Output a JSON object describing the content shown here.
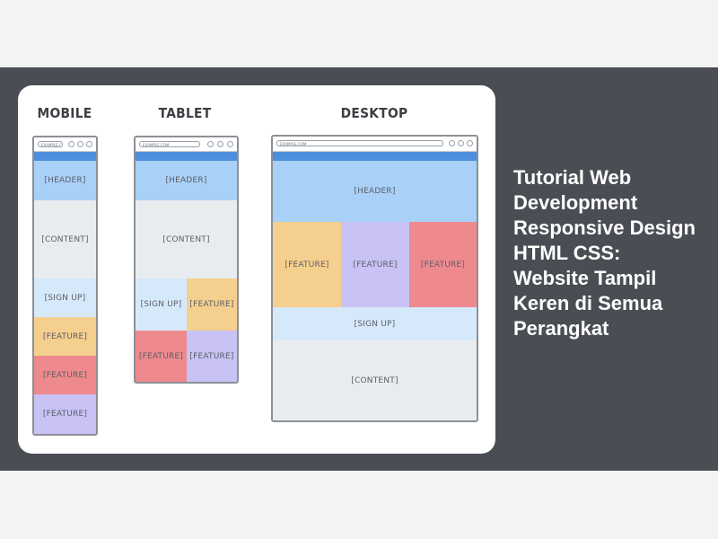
{
  "colors": {
    "band": "#4a4e54",
    "header": "#a9d0f7",
    "content": "#e9ecef",
    "signup": "#d6e9fb",
    "feature_yellow": "#f5cf8e",
    "feature_red": "#ee8a8d",
    "feature_purple": "#c9c2f5",
    "top_strip": "#4d8fdc"
  },
  "illustration": {
    "mobile": {
      "label": "MOBILE",
      "url": "EXAMPLE.COM",
      "blocks": [
        "[HEADER]",
        "[CONTENT]",
        "[SIGN UP]",
        "[FEATURE]",
        "[FEATURE]",
        "[FEATURE]"
      ]
    },
    "tablet": {
      "label": "TABLET",
      "url": "EXAMPLE.COM",
      "blocks": [
        "[HEADER]",
        "[CONTENT]",
        "[SIGN UP]",
        "[FEATURE]",
        "[FEATURE]",
        "[FEATURE]"
      ]
    },
    "desktop": {
      "label": "DESKTOP",
      "url": "EXAMPLE.COM",
      "blocks": [
        "[HEADER]",
        "[FEATURE]",
        "[FEATURE]",
        "[FEATURE]",
        "[SIGN UP]",
        "[CONTENT]"
      ]
    }
  },
  "article": {
    "title": "Tutorial Web Development Responsive Design HTML CSS: Website Tampil Keren di Semua Perangkat"
  }
}
